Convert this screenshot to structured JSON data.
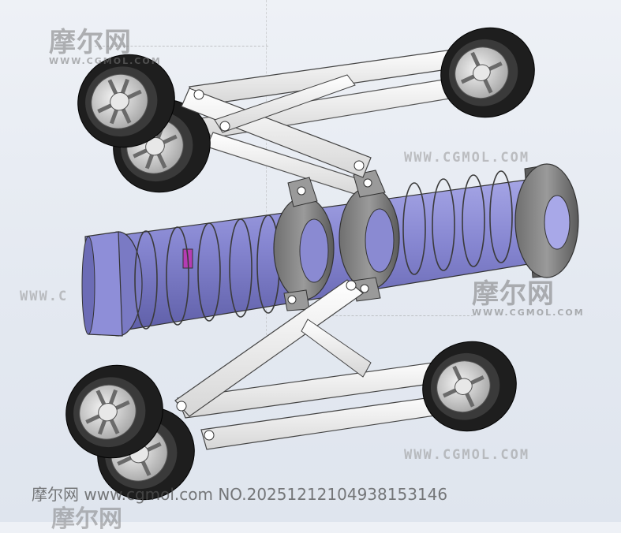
{
  "watermarks": {
    "logo_cn": "摩尔网",
    "logo_sub": "WWW.CGMOL.COM",
    "url_text": "WWW.CGMOL.COM",
    "left_url_fragment": "WWW.C"
  },
  "footer": {
    "text": "摩尔网 www.cgmol.com NO.20251212104938153146"
  },
  "colors": {
    "background": "#e6ebf2",
    "shaft": "#8c8cd6",
    "links": "#eeeeee",
    "tire": "#2a2a2a",
    "hub": "#d8d8d8",
    "collar": "#7a7a7a",
    "marker": "#b43cb4"
  },
  "icons": {
    "wheel": "wheel-icon",
    "spring": "spring-icon"
  }
}
